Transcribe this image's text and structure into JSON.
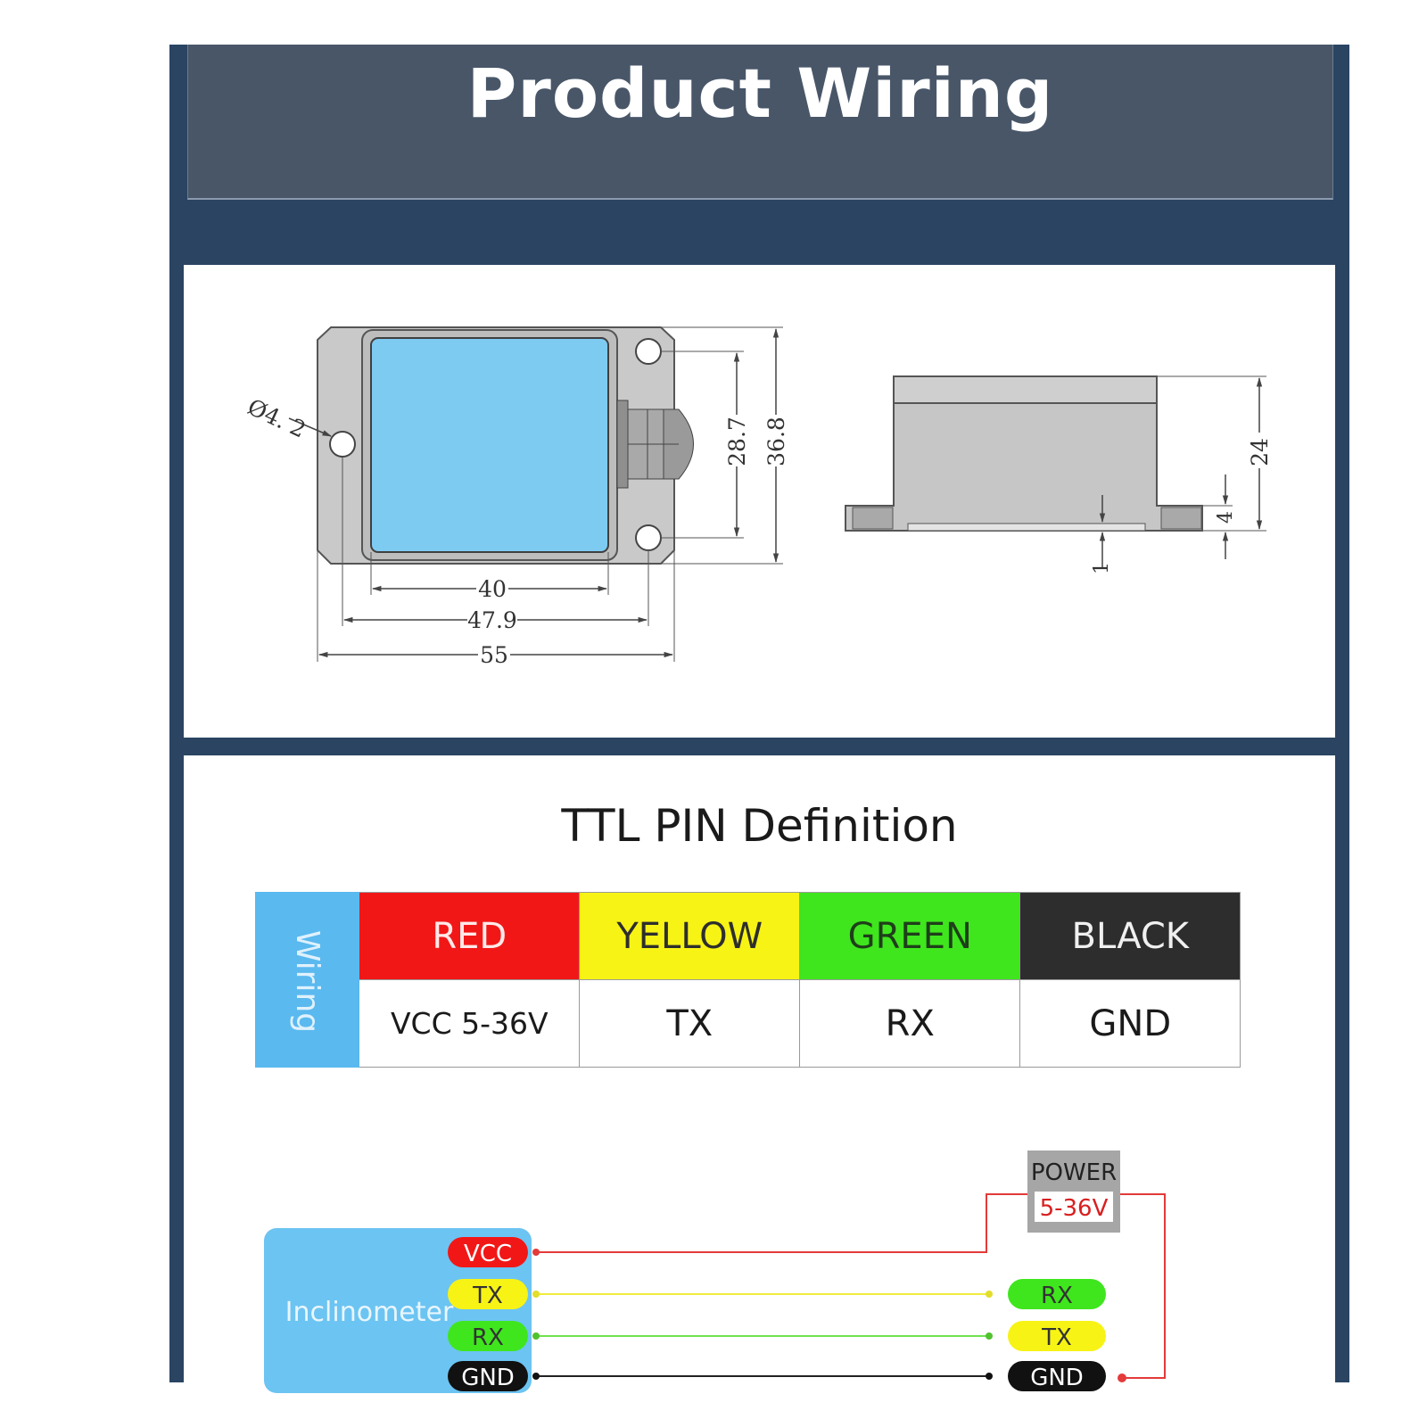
{
  "header": {
    "title": "Product Wiring"
  },
  "drawing": {
    "hole_label": "Ø4. 2",
    "top_view_dims": [
      "40",
      "47.9",
      "55",
      "28.7",
      "36.8"
    ],
    "side_view_dims": [
      "24",
      "4",
      "1"
    ],
    "body_color": "#c8c8c8",
    "lid_color": "#7ecbf2"
  },
  "pin_table": {
    "title": "TTL PIN Definition",
    "row_label": "Wiring",
    "colors": [
      {
        "name": "RED",
        "hex": "#f21717"
      },
      {
        "name": "YELLOW",
        "hex": "#f7f315"
      },
      {
        "name": "GREEN",
        "hex": "#3fe61d"
      },
      {
        "name": "BLACK",
        "hex": "#2d2d2d"
      }
    ],
    "values": [
      "VCC 5-36V",
      "TX",
      "RX",
      "GND"
    ]
  },
  "schematic": {
    "device": "Inclinometer",
    "device_pins": [
      "VCC",
      "TX",
      "RX",
      "GND"
    ],
    "power_label": "POWER",
    "power_voltage": "5-36V",
    "target_pins": [
      "RX",
      "TX",
      "GND"
    ]
  }
}
